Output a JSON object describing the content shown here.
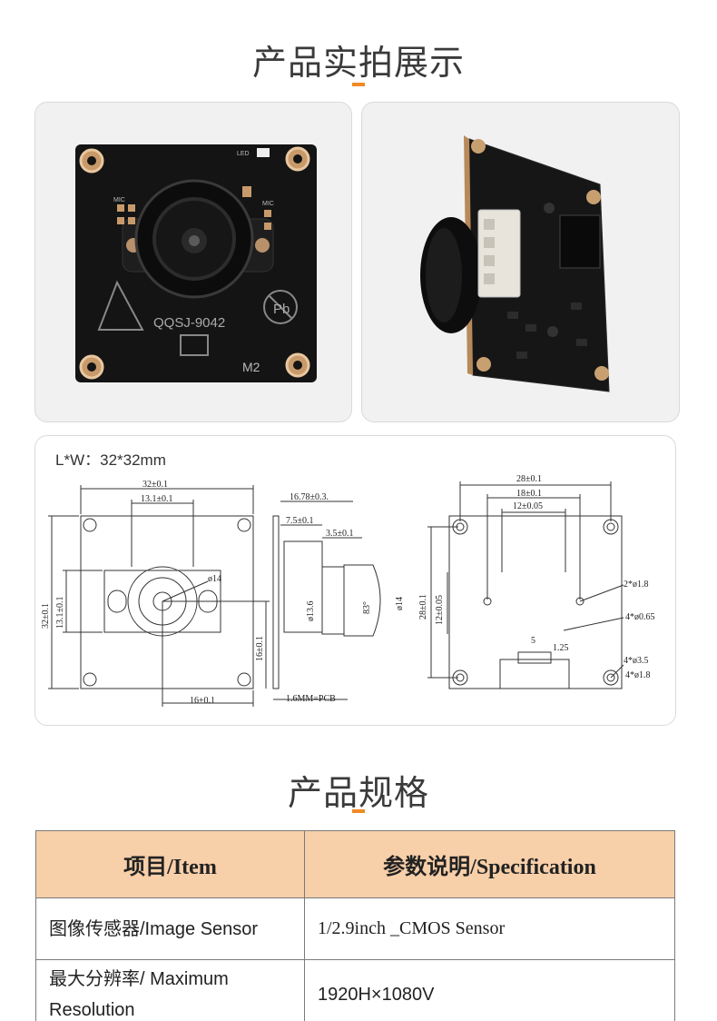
{
  "sections": {
    "photos_title": "产品实拍展示",
    "spec_title": "产品规格"
  },
  "photo_front": {
    "silk_model": "QQSJ-9042",
    "silk_led": "LED",
    "silk_mic_left": "MIC",
    "silk_mic_right": "MIC",
    "silk_version": "M2",
    "pb_mark": "Pb"
  },
  "dimensions": {
    "label": "L*W：32*32mm",
    "front": {
      "width": "32±0.1",
      "lens_span": "13.1±0.1",
      "height": "32±0.1",
      "lens_span_v": "13.1±0.1",
      "lens_dia": "ø14",
      "offset_v": "16±0.1",
      "offset_h": "16±0.1"
    },
    "side": {
      "total": "16.78±0.3.",
      "part1": "7.5±0.1",
      "part2": "3.5±0.1",
      "barrel": "ø13.6",
      "angle": "83°",
      "lens": "ø14",
      "pcb": "1.6MM=PCB"
    },
    "back": {
      "hole_span": "28±0.1",
      "inner1": "18±0.1",
      "inner2": "12±0.05",
      "height": "28±0.1",
      "height2": "12±0.05",
      "holes1": "2*ø1.8",
      "holes2": "4*ø0.65",
      "pin_w": "5",
      "pin_pitch": "1.25",
      "holes3": "4*ø3.5",
      "holes4": "4*ø1.8"
    }
  },
  "spec_table": {
    "header_item": "项目/Item",
    "header_spec": "参数说明/Specification",
    "rows": [
      {
        "item": "图像传感器/Image Sensor",
        "value": "1/2.9inch _CMOS Sensor"
      },
      {
        "item": "最大分辨率/ Maximum Resolution",
        "value": "1920H×1080V"
      }
    ]
  }
}
